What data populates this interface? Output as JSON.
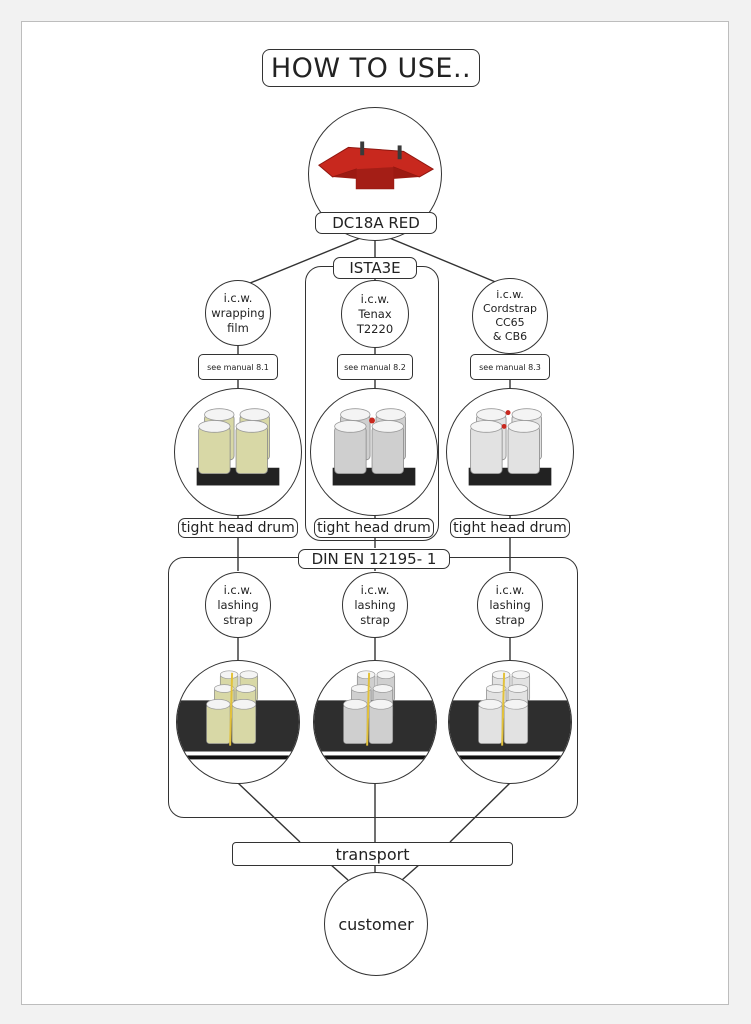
{
  "title": "HOW TO USE..",
  "product": {
    "name": "DC18A RED",
    "icon": "red-drum-cap-icon",
    "color": "#c8281e"
  },
  "standard_1": "ISTA3E",
  "standard_2": "DIN EN 12195- 1",
  "columns": [
    {
      "icw": "i.c.w.\nwrapping\nfilm",
      "manual": "see manual 8.1",
      "drum_label": "tight head drum",
      "lashing": "i.c.w.\nlashing\nstrap",
      "drum_color": "#d8d8a6"
    },
    {
      "icw": "i.c.w.\nTenax\nT2220",
      "manual": "see manual 8.2",
      "drum_label": "tight head drum",
      "lashing": "i.c.w.\nlashing\nstrap",
      "drum_color": "#cfcfcf"
    },
    {
      "icw": "i.c.w.\nCordstrap\nCC65\n& CB6",
      "manual": "see manual 8.3",
      "drum_label": "tight head drum",
      "lashing": "i.c.w.\nlashing\nstrap",
      "drum_color": "#e2e2e2"
    }
  ],
  "transport": "transport",
  "customer": "customer"
}
